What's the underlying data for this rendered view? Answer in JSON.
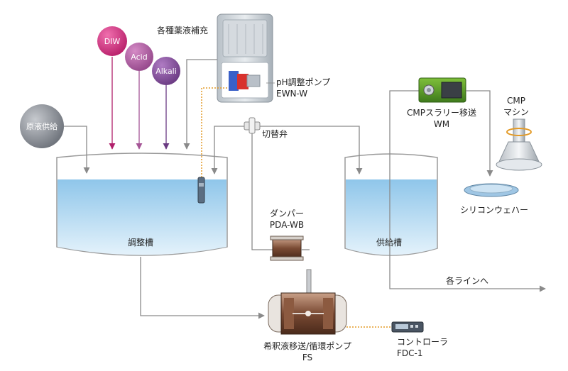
{
  "labels": {
    "raw_supply": "原液供給",
    "chem_refill": "各種薬液補充",
    "ph_pump": "pH調整ポンプ",
    "ph_pump_model": "EWN-W",
    "switch_valve": "切替弁",
    "slurry_transfer": "CMPスラリー移送",
    "slurry_model": "WM",
    "cmp_line1": "CMP",
    "cmp_line2": "マシン",
    "wafer": "シリコンウェハー",
    "adjust_tank": "調整槽",
    "supply_tank": "供給槽",
    "damper": "ダンパー",
    "damper_model": "PDA-WB",
    "to_lines": "各ラインへ",
    "pump_fs": "希釈液移送/循環ポンプ",
    "pump_fs_model": "FS",
    "controller": "コントローラ",
    "controller_model": "FDC-1"
  },
  "inputs": [
    {
      "label": "DIW",
      "color": "#d23c86"
    },
    {
      "label": "Acid",
      "color": "#b75fa5"
    },
    {
      "label": "Alkali",
      "color": "#8a4c9e"
    }
  ],
  "colors": {
    "liquid": "#a9d3ee",
    "line": "#8a8a8a",
    "signal": "#e39a26",
    "tank_outline": "#9a9a9a"
  }
}
